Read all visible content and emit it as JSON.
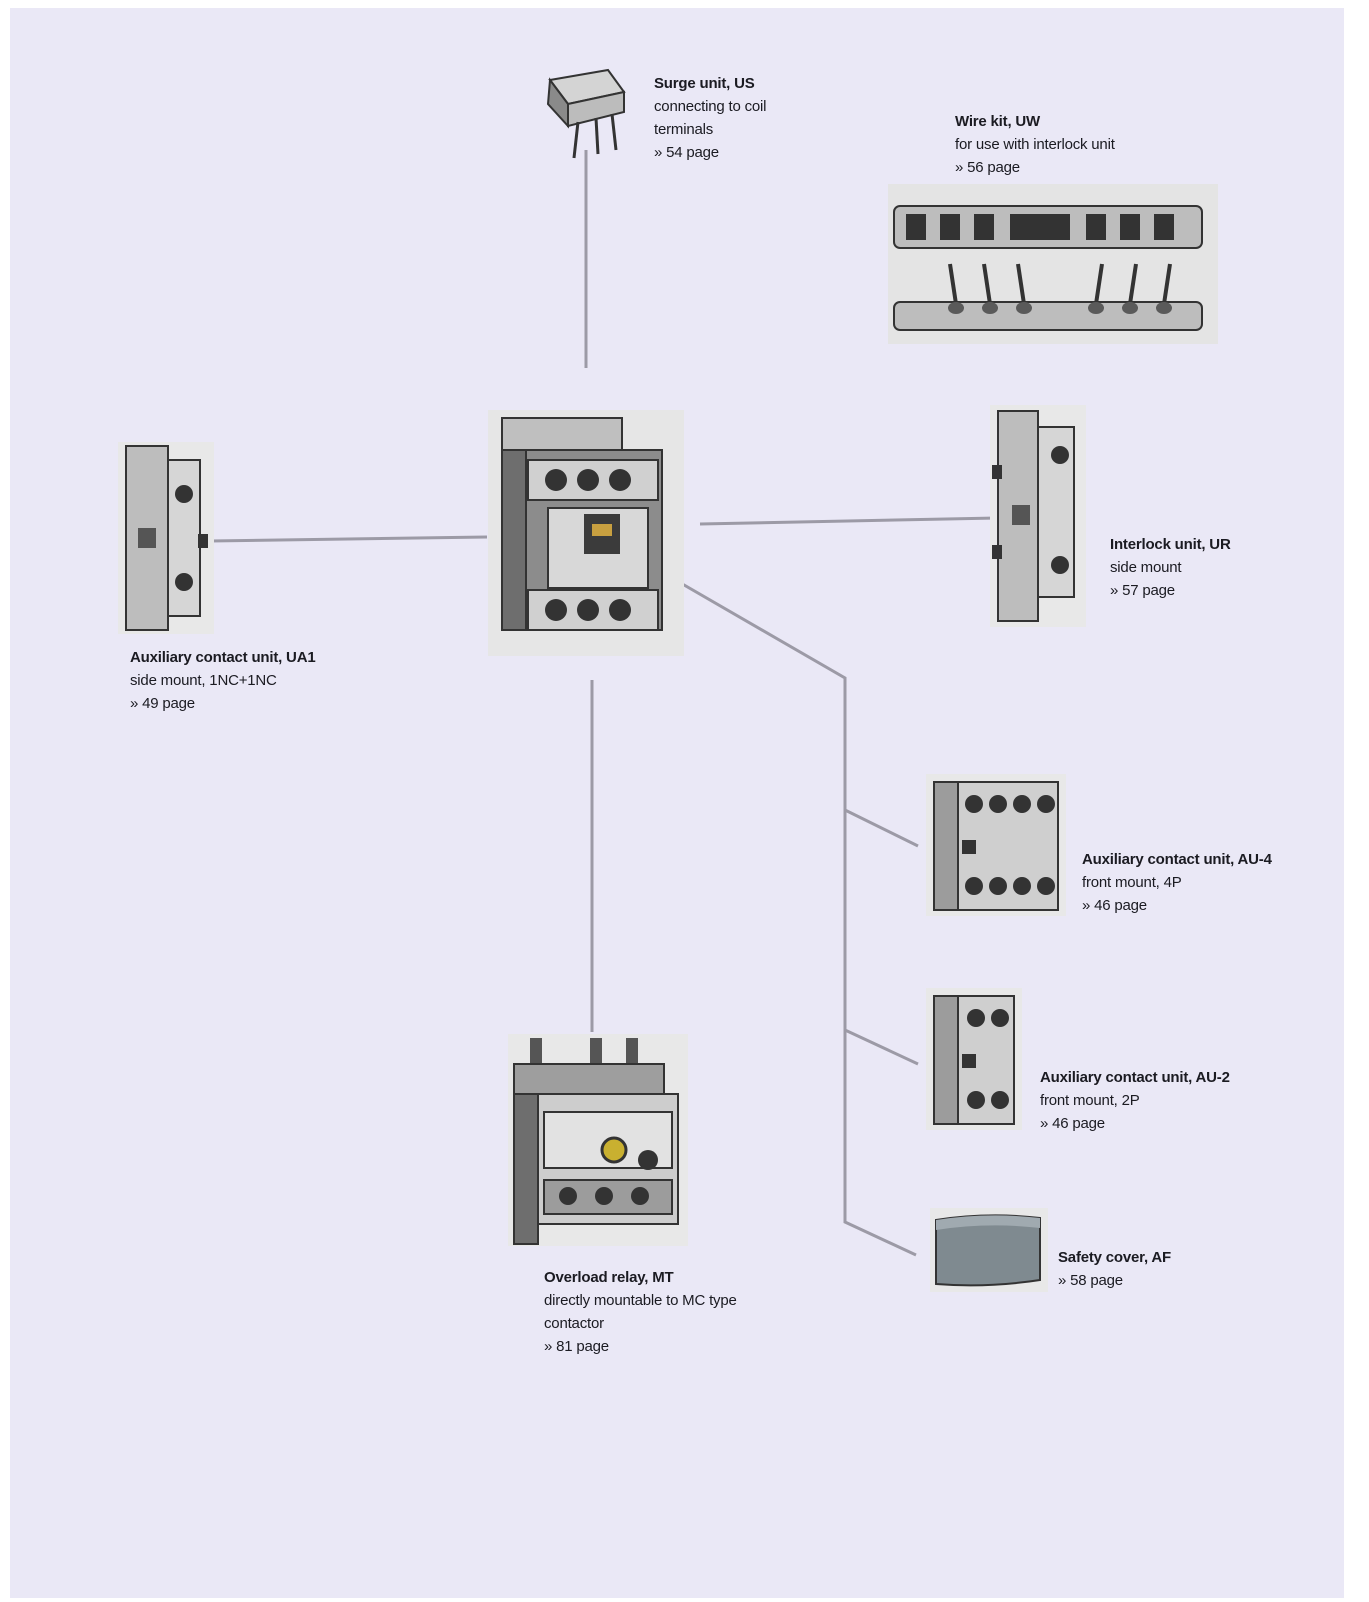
{
  "labels": {
    "surge": {
      "line1": "Surge unit, US",
      "line2": "connecting to coil",
      "line3": "terminals",
      "page": "» 54 page"
    },
    "wire_kit": {
      "line1": "Wire kit, UW",
      "line2": "for use with interlock unit",
      "page": "» 56 page"
    },
    "interlock": {
      "line1": "Interlock unit, UR",
      "line2": "side mount",
      "page": "» 57 page"
    },
    "aux_side": {
      "line1": "Auxiliary contact unit, UA1",
      "line2": "side mount, 1NC+1NC",
      "page": "» 49 page"
    },
    "aux_front4": {
      "line1": "Auxiliary contact unit, AU-4",
      "line2": "front mount, 4P",
      "page": "» 46 page"
    },
    "aux_front2": {
      "line1": "Auxiliary contact unit, AU-2",
      "line2": "front mount, 2P",
      "page": "» 46 page"
    },
    "safety_cover": {
      "line1": "Safety cover, AF",
      "page": "» 58 page"
    },
    "overload": {
      "line1": "Overload relay, MT",
      "line2": "directly mountable to MC type",
      "line3": "contactor",
      "page": "» 81 page"
    }
  },
  "icons": [
    "surge-unit-icon",
    "wire-kit-icon",
    "contactor-icon",
    "interlock-unit-icon",
    "aux-side-unit-icon",
    "aux-front4-unit-icon",
    "aux-front2-unit-icon",
    "safety-cover-icon",
    "overload-relay-icon"
  ],
  "colors": {
    "background": "#eae8f6",
    "line": "#9c9aa6",
    "body": "#d9d9d9",
    "dark": "#3b3b3b"
  }
}
